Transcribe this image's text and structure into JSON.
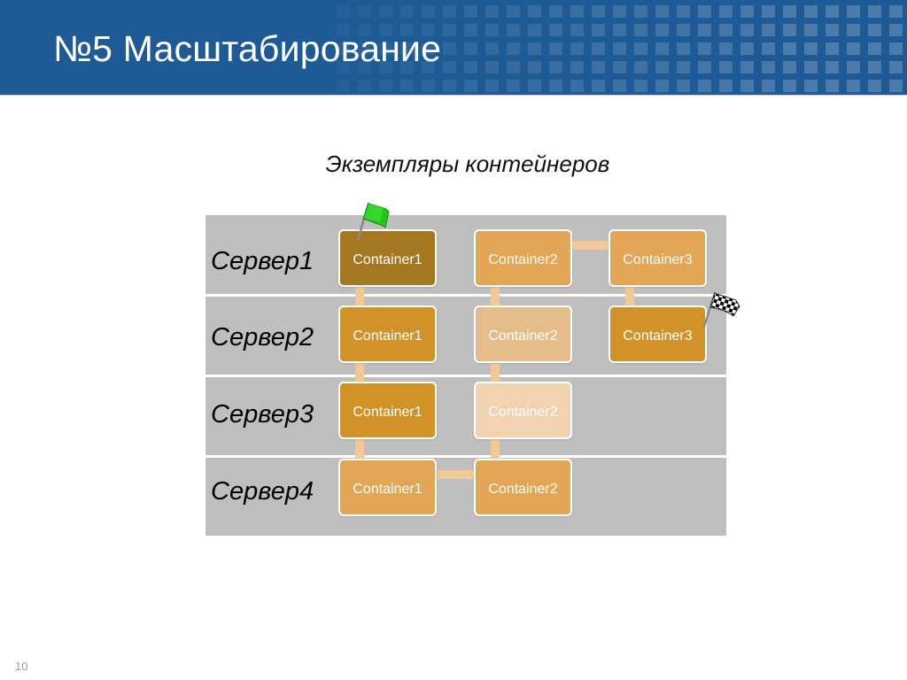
{
  "slide": {
    "title": "№5 Масштабирование",
    "subtitle": "Экземпляры контейнеров",
    "page_number": "10"
  },
  "colors": {
    "header": "#1d5a96",
    "diagram_background": "#bfbfbf",
    "connector": "#f2c995",
    "container_dark": "#a57721",
    "container_medium": "#d19327",
    "container_light": "#e2a656",
    "container_pale": "#e7bc8b",
    "container_faded": "#f1d3b1"
  },
  "diagram": {
    "rows": [
      {
        "label": "Сервер1",
        "containers": [
          {
            "label": "Container1",
            "color": "#a57721"
          },
          {
            "label": "Container2",
            "color": "#e2a656"
          },
          {
            "label": "Container3",
            "color": "#e2a656"
          }
        ]
      },
      {
        "label": "Сервер2",
        "containers": [
          {
            "label": "Container1",
            "color": "#d19327"
          },
          {
            "label": "Container2",
            "color": "#e7bc8b"
          },
          {
            "label": "Container3",
            "color": "#d19327"
          }
        ]
      },
      {
        "label": "Сервер3",
        "containers": [
          {
            "label": "Container1",
            "color": "#d19327"
          },
          {
            "label": "Container2",
            "color": "#f1d3b1"
          }
        ]
      },
      {
        "label": "Сервер4",
        "containers": [
          {
            "label": "Container1",
            "color": "#e2a656"
          },
          {
            "label": "Container2",
            "color": "#e2a656"
          }
        ]
      }
    ],
    "start_flag_icon": "green-flag-icon",
    "finish_flag_icon": "checkered-flag-icon"
  }
}
